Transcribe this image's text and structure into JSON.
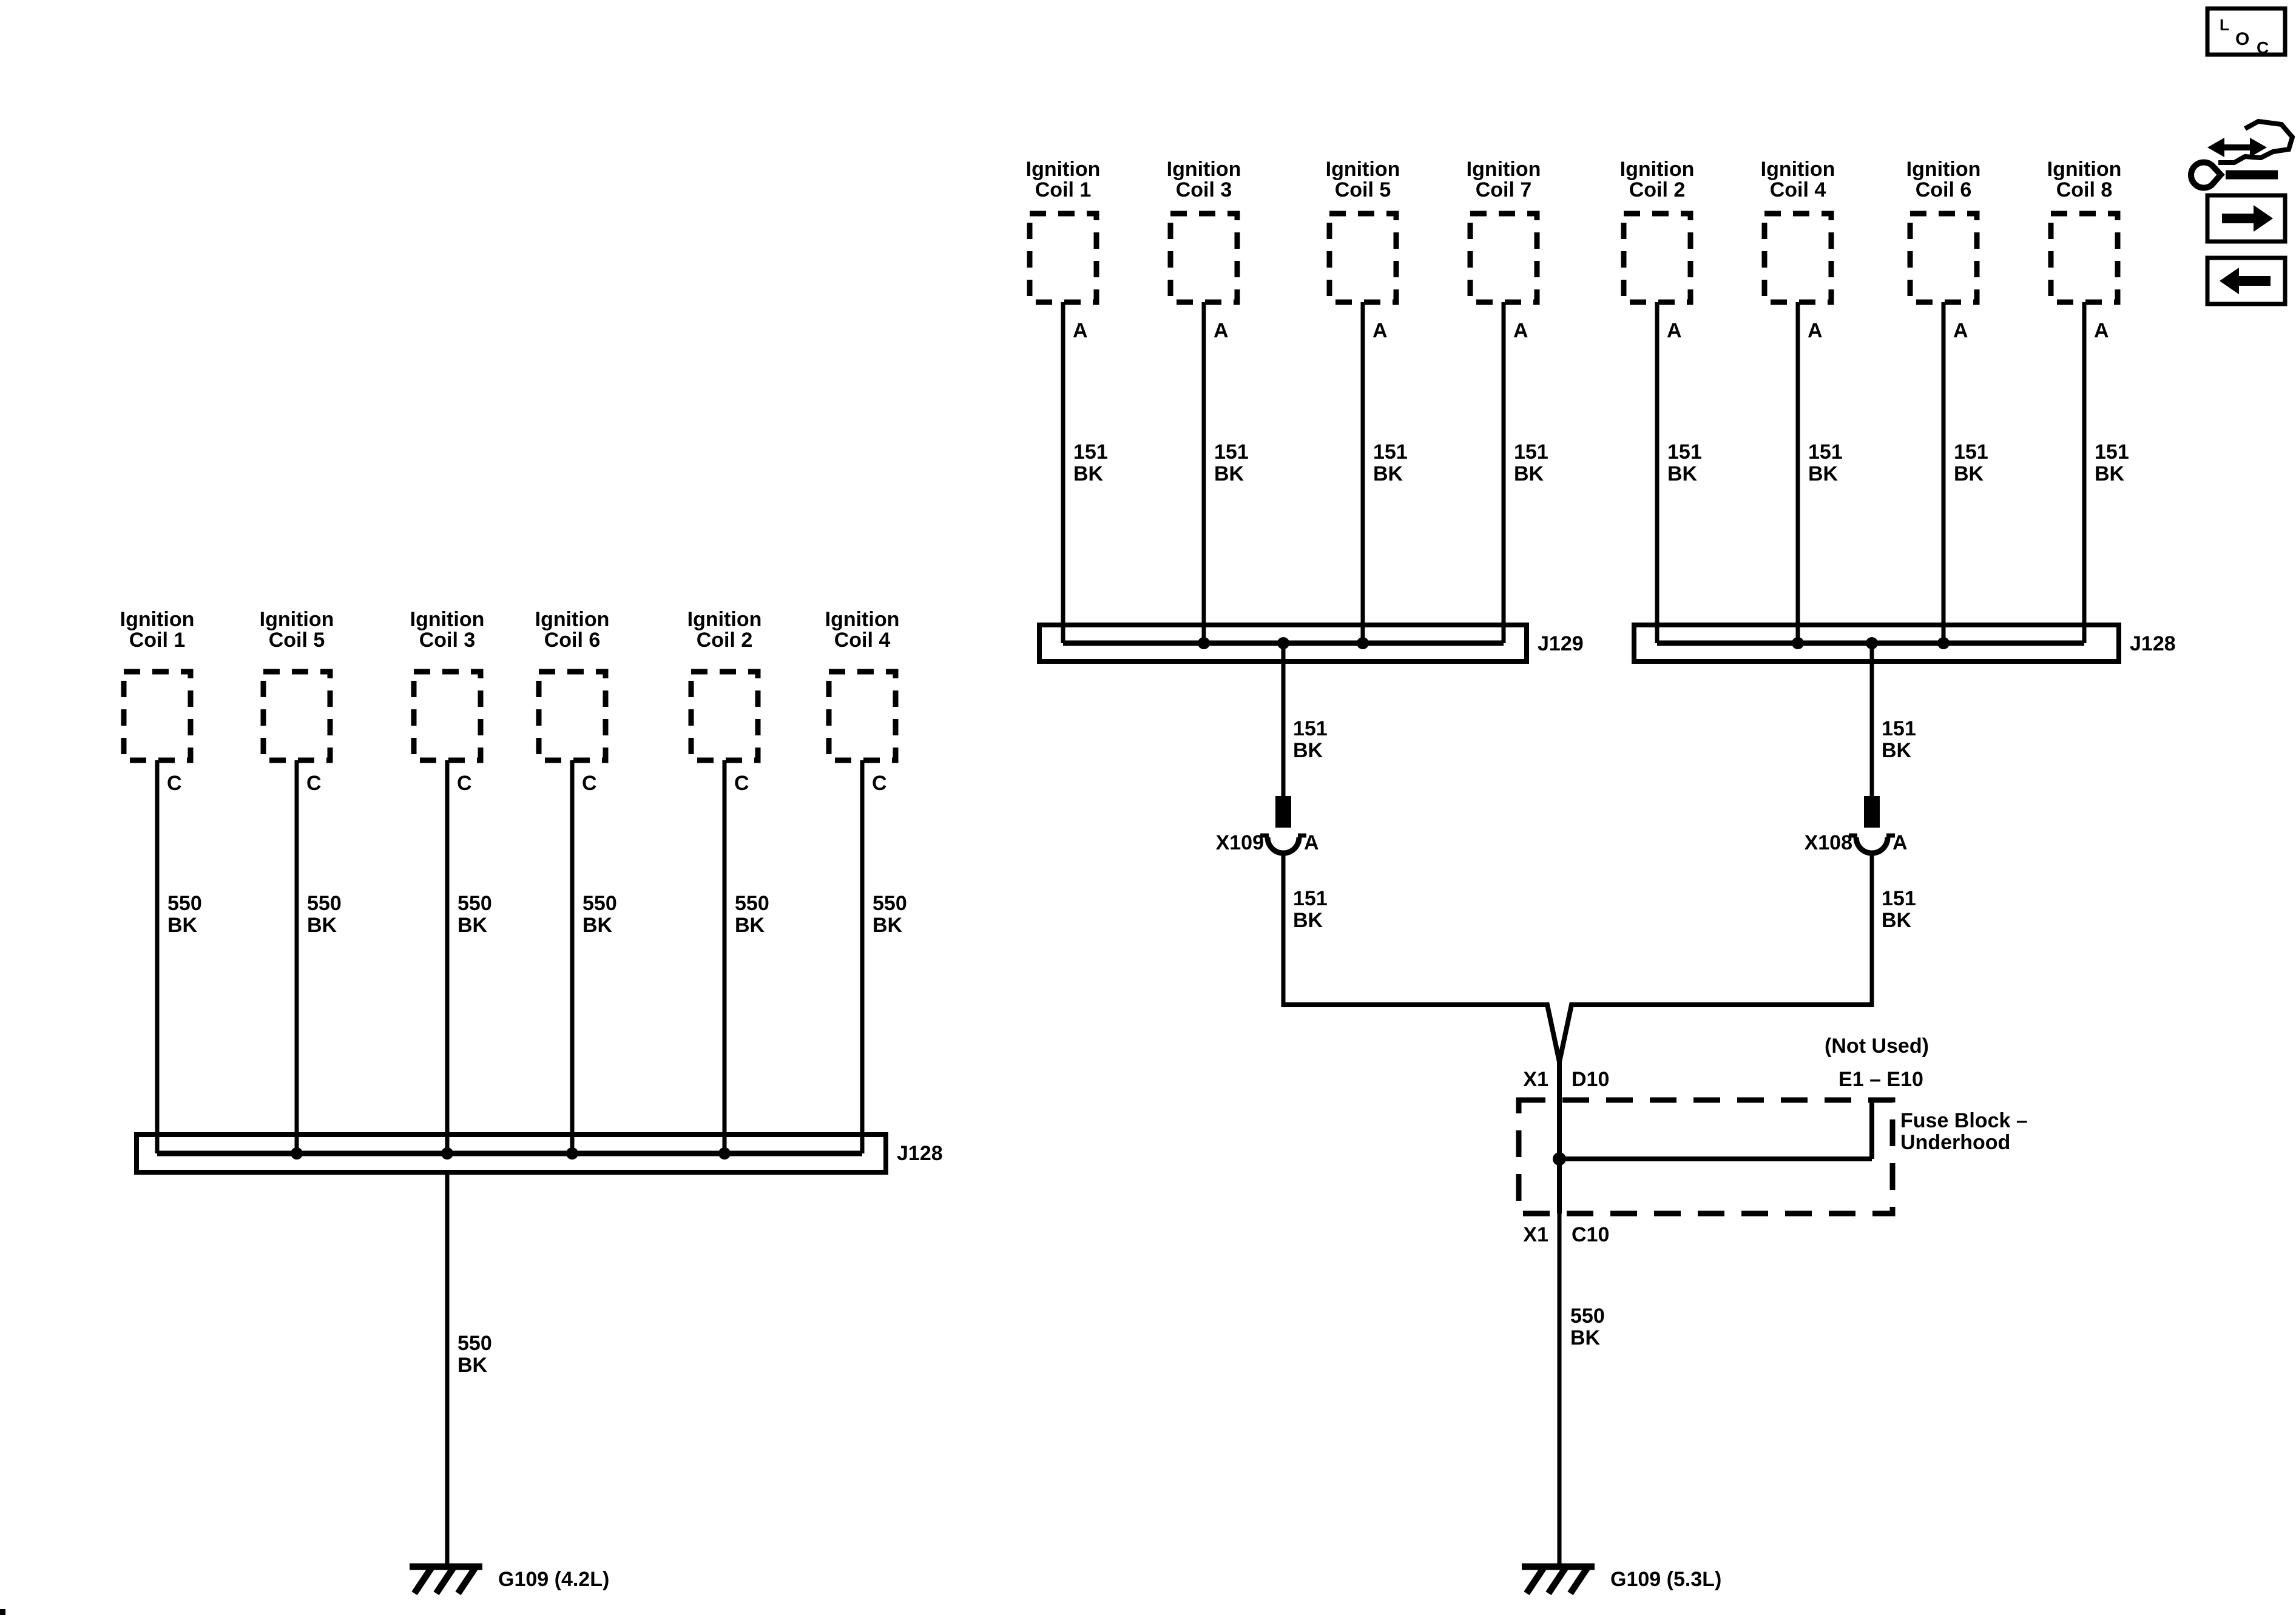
{
  "controls": {
    "loc_l": "L",
    "loc_o": "O",
    "loc_c": "C"
  },
  "left": {
    "junction_label": "J128",
    "drop_wire": {
      "id": "550",
      "color": "BK"
    },
    "ground_label": "G109 (4.2L)",
    "coils": [
      {
        "l1": "Ignition",
        "l2": "Coil 1",
        "terminal": "C",
        "wire_id": "550",
        "wire_color": "BK"
      },
      {
        "l1": "Ignition",
        "l2": "Coil 5",
        "terminal": "C",
        "wire_id": "550",
        "wire_color": "BK"
      },
      {
        "l1": "Ignition",
        "l2": "Coil 3",
        "terminal": "C",
        "wire_id": "550",
        "wire_color": "BK"
      },
      {
        "l1": "Ignition",
        "l2": "Coil 6",
        "terminal": "C",
        "wire_id": "550",
        "wire_color": "BK"
      },
      {
        "l1": "Ignition",
        "l2": "Coil 2",
        "terminal": "C",
        "wire_id": "550",
        "wire_color": "BK"
      },
      {
        "l1": "Ignition",
        "l2": "Coil 4",
        "terminal": "C",
        "wire_id": "550",
        "wire_color": "BK"
      }
    ]
  },
  "right": {
    "bank_a": {
      "junction_label": "J129",
      "drop_wire": {
        "id": "151",
        "color": "BK"
      },
      "connector": {
        "name": "X109",
        "pin": "A"
      },
      "lower_wire": {
        "id": "151",
        "color": "BK"
      },
      "coils": [
        {
          "l1": "Ignition",
          "l2": "Coil 1",
          "terminal": "A",
          "wire_id": "151",
          "wire_color": "BK"
        },
        {
          "l1": "Ignition",
          "l2": "Coil 3",
          "terminal": "A",
          "wire_id": "151",
          "wire_color": "BK"
        },
        {
          "l1": "Ignition",
          "l2": "Coil 5",
          "terminal": "A",
          "wire_id": "151",
          "wire_color": "BK"
        },
        {
          "l1": "Ignition",
          "l2": "Coil 7",
          "terminal": "A",
          "wire_id": "151",
          "wire_color": "BK"
        }
      ]
    },
    "bank_b": {
      "junction_label": "J128",
      "drop_wire": {
        "id": "151",
        "color": "BK"
      },
      "connector": {
        "name": "X108",
        "pin": "A"
      },
      "lower_wire": {
        "id": "151",
        "color": "BK"
      },
      "coils": [
        {
          "l1": "Ignition",
          "l2": "Coil 2",
          "terminal": "A",
          "wire_id": "151",
          "wire_color": "BK"
        },
        {
          "l1": "Ignition",
          "l2": "Coil 4",
          "terminal": "A",
          "wire_id": "151",
          "wire_color": "BK"
        },
        {
          "l1": "Ignition",
          "l2": "Coil 6",
          "terminal": "A",
          "wire_id": "151",
          "wire_color": "BK"
        },
        {
          "l1": "Ignition",
          "l2": "Coil 8",
          "terminal": "A",
          "wire_id": "151",
          "wire_color": "BK"
        }
      ]
    },
    "fuse_block": {
      "in_connector": "X1",
      "in_pin": "D10",
      "not_used": "(Not Used)",
      "not_used_pins": "E1 – E10",
      "name_line1": "Fuse Block –",
      "name_line2": "Underhood",
      "out_connector": "X1",
      "out_pin": "C10"
    },
    "drop_wire": {
      "id": "550",
      "color": "BK"
    },
    "ground_label": "G109 (5.3L)"
  }
}
